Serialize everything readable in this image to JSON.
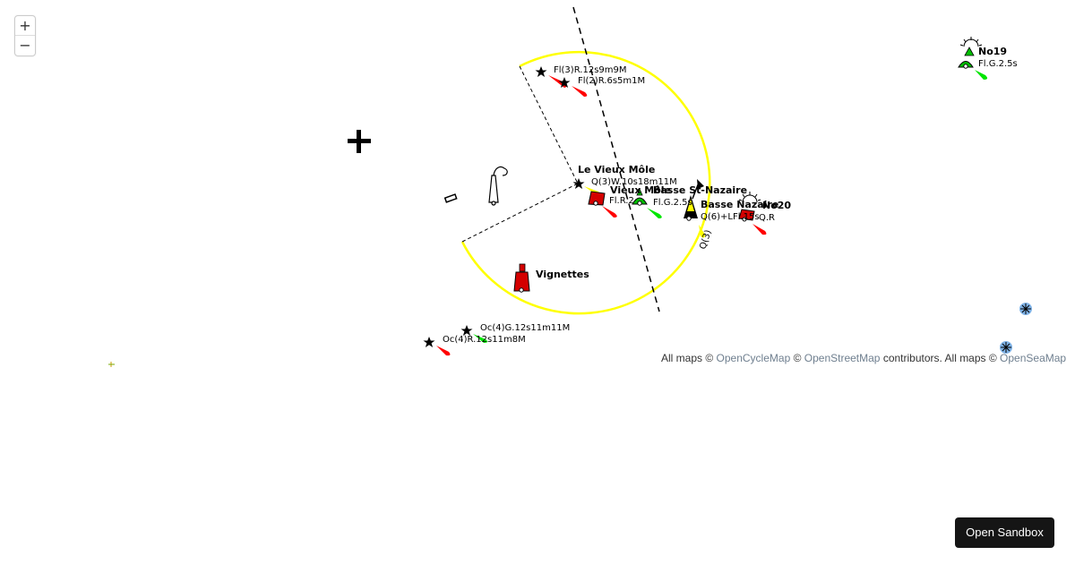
{
  "zoom": {
    "in_label": "+",
    "out_label": "−"
  },
  "attribution": {
    "prefix": "All maps © ",
    "link1": "OpenCycleMap",
    "sep1": " © ",
    "link2": "OpenStreetMap",
    "mid": " contributors. All maps © ",
    "link3": "OpenSeaMap"
  },
  "sandbox_button": "Open Sandbox",
  "map_labels": {
    "fl3r": "Fl(3)R.12s9m9M",
    "fl2r": "Fl(2)R.6s5m1M",
    "vieux_mole_name": "Le Vieux Môle",
    "vieux_mole_light": "Q(3)W.10s18m11M",
    "vieux_mole2_name": "Vieux Môle",
    "vieux_mole2_light": "Fl.R.2",
    "basse_stnazaire_name": "Basse St-Nazaire",
    "basse_stnazaire_light": "Fl.G.2.5s",
    "basse_nazaire_name": "Basse Nazaire",
    "basse_nazaire_light": "Q(6)+LFl.15s",
    "no20_name": "No20",
    "no20_light": "Q.R",
    "sector_text": "Q(3)",
    "vignettes": "Vignettes",
    "oc4g": "Oc(4)G.12s11m11M",
    "oc4r": "Oc(4)R.12s11m8M",
    "no19_name": "No19",
    "no19_light": "Fl.G.2.5s"
  },
  "colors": {
    "red": "#ff0000",
    "green": "#00e600",
    "yellow": "#ffff00",
    "buoy_red": "#d40000"
  }
}
